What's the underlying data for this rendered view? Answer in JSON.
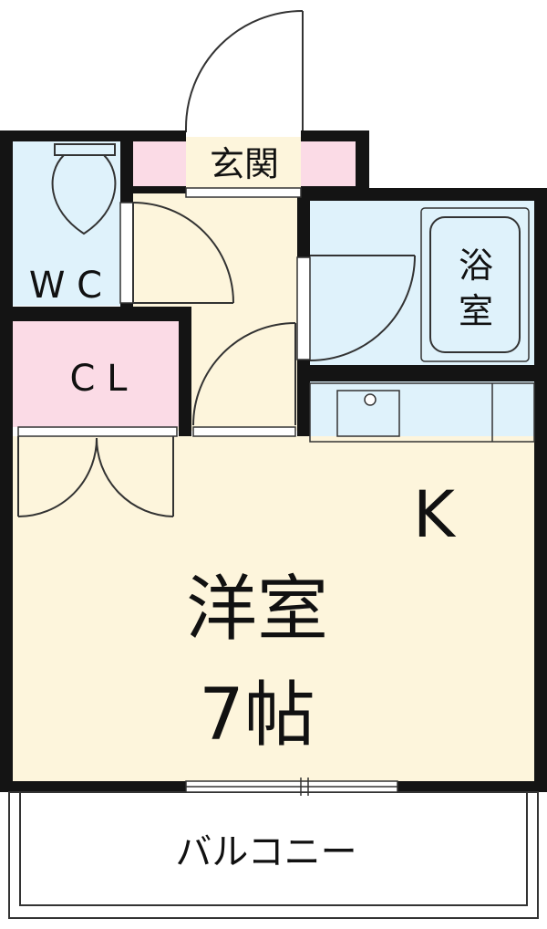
{
  "rooms": {
    "entrance": "玄関",
    "wc": "W C",
    "bath_line1": "浴",
    "bath_line2": "室",
    "closet": "C L",
    "kitchen": "K",
    "western_room": "洋室",
    "room_size": "7帖",
    "balcony": "バルコニー"
  },
  "colors": {
    "wall": "#141414",
    "floor_main": "#fdf5dc",
    "wet_area": "#dff2fb",
    "closet": "#fbdbe6",
    "entrance_side": "#fbdbe6",
    "outline": "#333333"
  }
}
